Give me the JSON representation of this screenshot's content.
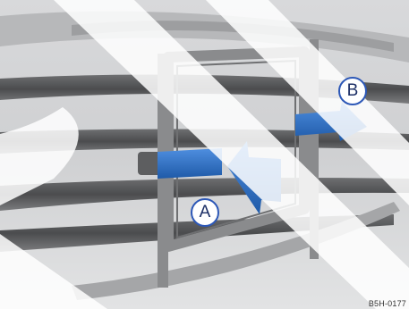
{
  "callouts": {
    "a": "A",
    "b": "B"
  },
  "figure_code": "B5H-0177",
  "colors": {
    "arrow_blue": "#2d6fc4",
    "callout_border": "#2d58b7",
    "frame_gray": "#8a8b8d",
    "background_gray": "#c8c9cb"
  }
}
